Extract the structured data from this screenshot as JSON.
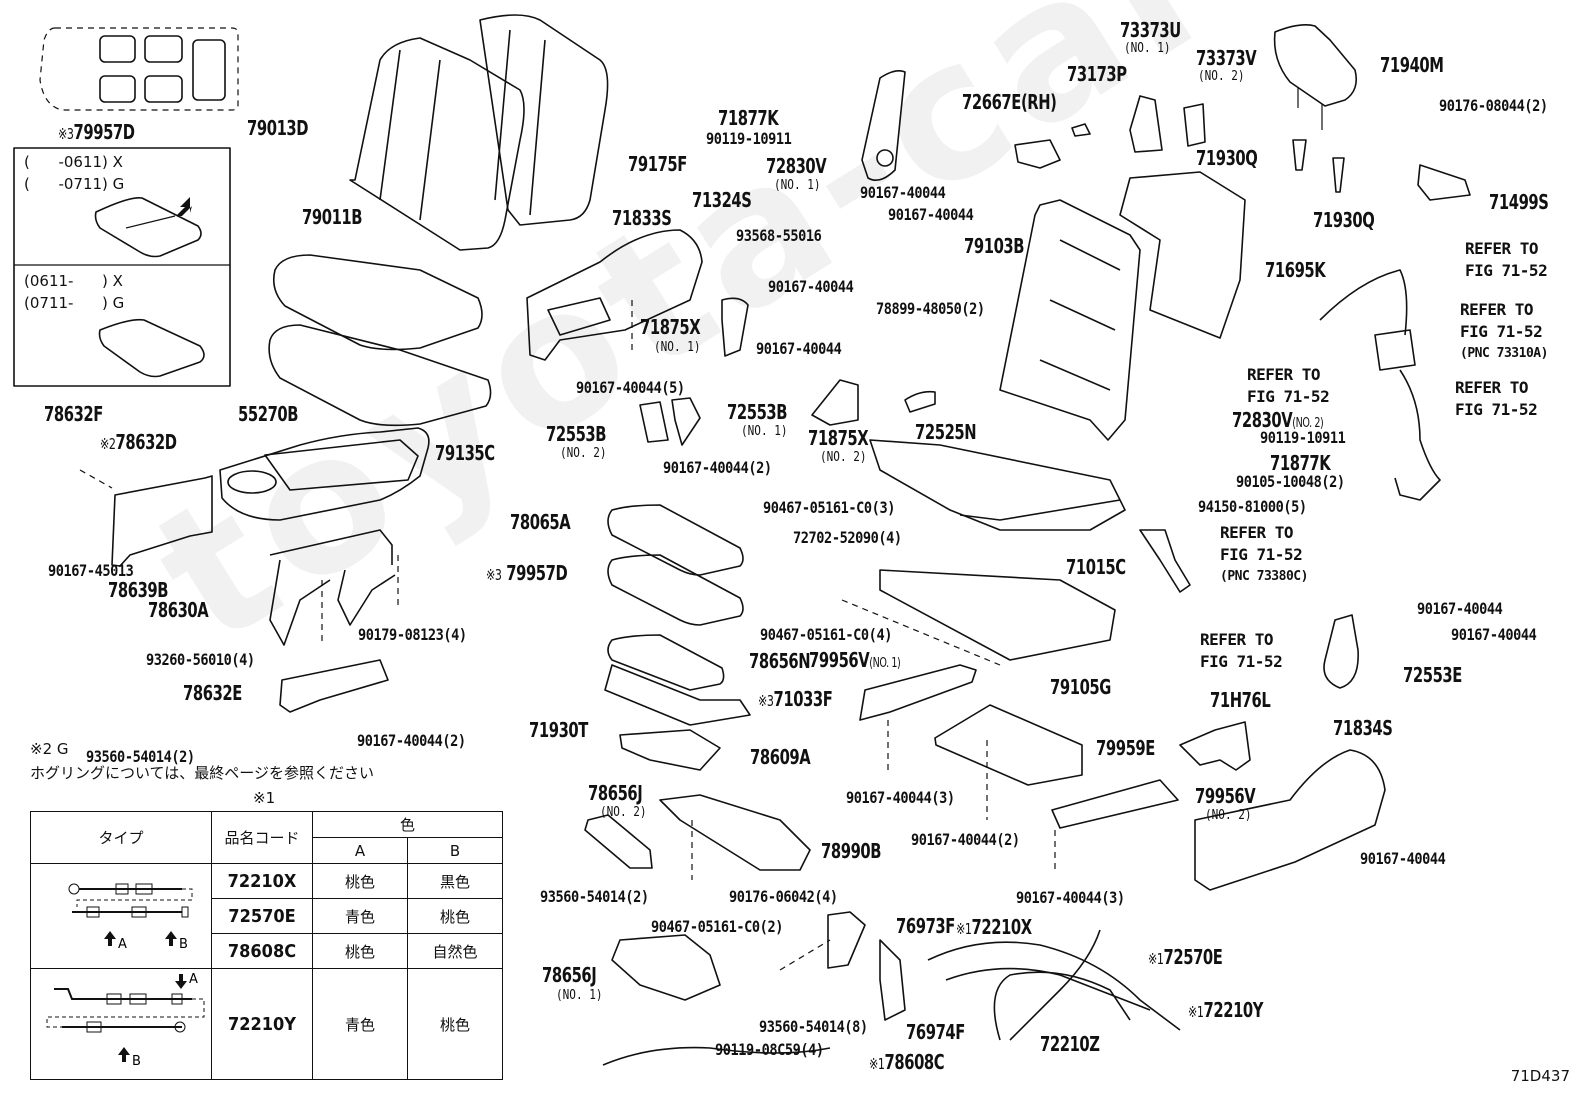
{
  "diagram": {
    "figure_id": "71D437",
    "watermark": "toyota-carnet",
    "colors": {
      "ink": "#111111",
      "background": "#ffffff",
      "watermark": "#f1f1f1"
    }
  },
  "inset_79957D": {
    "title_mark": "※3",
    "title_code": "79957D",
    "upper": {
      "line1": "(      -0611) X",
      "line2": "(      -0711) G"
    },
    "lower": {
      "line1": "(0611-      ) X",
      "line2": "(0711-      ) G"
    }
  },
  "parts": {
    "p79013D": "79013D",
    "p79175F": "79175F",
    "p79011B": "79011B",
    "p79135C": "79135C",
    "p55270B": "55270B",
    "p78632F": "78632F",
    "p78632D_mark": "※2",
    "p78632D": "78632D",
    "p90167_45013": "90167-45013",
    "p78639B": "78639B",
    "p78630A": "78630A",
    "p90179_08123": "90179-08123(4)",
    "p93260_56010": "93260-56010(4)",
    "p78632E": "78632E",
    "p90167_40044_2a": "90167-40044(2)",
    "p71877K_a": "71877K",
    "p90119_10911_a": "90119-10911",
    "p72830V_a": "72830V",
    "p72830V_a_sub": "(NO. 1)",
    "p71833S": "71833S",
    "p71324S": "71324S",
    "p93568_55016": "93568-55016",
    "p90167_40044_a": "90167-40044",
    "p71875X_a": "71875X",
    "p71875X_a_sub": "(NO. 1)",
    "p90167_40044_b": "90167-40044",
    "p90167_40044_5": "90167-40044(5)",
    "p72553B_a": "72553B",
    "p72553B_a_sub": "(NO. 2)",
    "p72553B_b": "72553B",
    "p72553B_b_sub": "(NO. 1)",
    "p90167_40044_2b": "90167-40044(2)",
    "p71875X_b": "71875X",
    "p71875X_b_sub": "(NO. 2)",
    "p72667E": "72667E(RH)",
    "p90167_40044_c": "90167-40044",
    "p90167_40044_d": "90167-40044",
    "p73173P": "73173P",
    "p73373U": "73373U",
    "p73373U_sub": "(NO. 1)",
    "p73373V": "73373V",
    "p73373V_sub": "(NO. 2)",
    "p71940M": "71940M",
    "p90176_08044": "90176-08044(2)",
    "p71930Q_a": "71930Q",
    "p71930Q_b": "71930Q",
    "p71499S": "71499S",
    "p79103B": "79103B",
    "p71695K": "71695K",
    "p78899_48050": "78899-48050(2)",
    "p72525N": "72525N",
    "p72830V_b": "72830V",
    "p72830V_b_sub": "(NO. 2)",
    "p90119_10911_b": "90119-10911",
    "p71877K_b": "71877K",
    "p90105_10048": "90105-10048(2)",
    "p94150_81000": "94150-81000(5)",
    "p71015C": "71015C",
    "p78065A": "78065A",
    "p90467_05161_3": "90467-05161-C0(3)",
    "p72702_52090": "72702-52090(4)",
    "p79957D_mark": "※3",
    "p79957D": "79957D",
    "p90467_05161_4": "90467-05161-C0(4)",
    "p78656N": "78656N",
    "p71033F_mark": "※3",
    "p71033F": "71033F",
    "p71930T": "71930T",
    "p93560_54014_2a": "93560-54014(2)",
    "p78609A": "78609A",
    "p79956V_a": "79956V",
    "p79956V_a_sub": "(NO. 1)",
    "p79105G": "79105G",
    "p79959E": "79959E",
    "p90167_40044_3a": "90167-40044(3)",
    "p90167_40044_2c": "90167-40044(2)",
    "p79956V_b": "79956V",
    "p79956V_b_sub": "(NO. 2)",
    "p90167_40044_3b": "90167-40044(3)",
    "p78656J_a": "78656J",
    "p78656J_a_sub": "(NO. 2)",
    "p78990B": "78990B",
    "p93560_54014_2b": "93560-54014(2)",
    "p90176_06042": "90176-06042(4)",
    "p90467_05161_2": "90467-05161-C0(2)",
    "p76973F": "76973F",
    "p78656J_b": "78656J",
    "p78656J_b_sub": "(NO. 1)",
    "p93560_54014_8": "93560-54014(8)",
    "p90119_08C59": "90119-08C59(4)",
    "p76974F": "76974F",
    "p78608C_mark": "※1",
    "p78608C": "78608C",
    "p72210X_mark": "※1",
    "p72210X": "72210X",
    "p72570E_mark": "※1",
    "p72570E": "72570E",
    "p72210Y_mark": "※1",
    "p72210Y": "72210Y",
    "p72210Z": "72210Z",
    "p71H76L": "71H76L",
    "p71834S": "71834S",
    "p72553E": "72553E",
    "p90167_40044_e": "90167-40044",
    "p90167_40044_f": "90167-40044",
    "p90167_40044_g": "90167-40044"
  },
  "refer": {
    "r1": {
      "line1": "REFER TO",
      "line2": "FIG 71-52"
    },
    "r2": {
      "line1": "REFER TO",
      "line2": "FIG 71-52",
      "line3": "(PNC 73310A)"
    },
    "r3": {
      "line1": "REFER TO",
      "line2": "FIG 71-52"
    },
    "r4": {
      "line1": "REFER TO",
      "line2": "FIG 71-52"
    },
    "r5": {
      "line1": "REFER TO",
      "line2": "FIG 71-52",
      "line3": "(PNC 73380C)"
    },
    "r6": {
      "line1": "REFER TO",
      "line2": "FIG 71-52"
    }
  },
  "notes": {
    "note2_mark": "※2  G",
    "note2_text": "ホグリングについては、最終ページを参照ください",
    "table_mark": "※1"
  },
  "legend_table": {
    "headers": {
      "type": "タイプ",
      "code": "品名コード",
      "color": "色",
      "col_a": "A",
      "col_b": "B"
    },
    "rows": [
      {
        "code": "72210X",
        "a": "桃色",
        "b": "黒色",
        "group": 1
      },
      {
        "code": "72570E",
        "a": "青色",
        "b": "桃色",
        "group": 1
      },
      {
        "code": "78608C",
        "a": "桃色",
        "b": "自然色",
        "group": 1
      },
      {
        "code": "72210Y",
        "a": "青色",
        "b": "桃色",
        "group": 2
      }
    ],
    "arrow_labels": {
      "a": "A",
      "b": "B"
    }
  }
}
